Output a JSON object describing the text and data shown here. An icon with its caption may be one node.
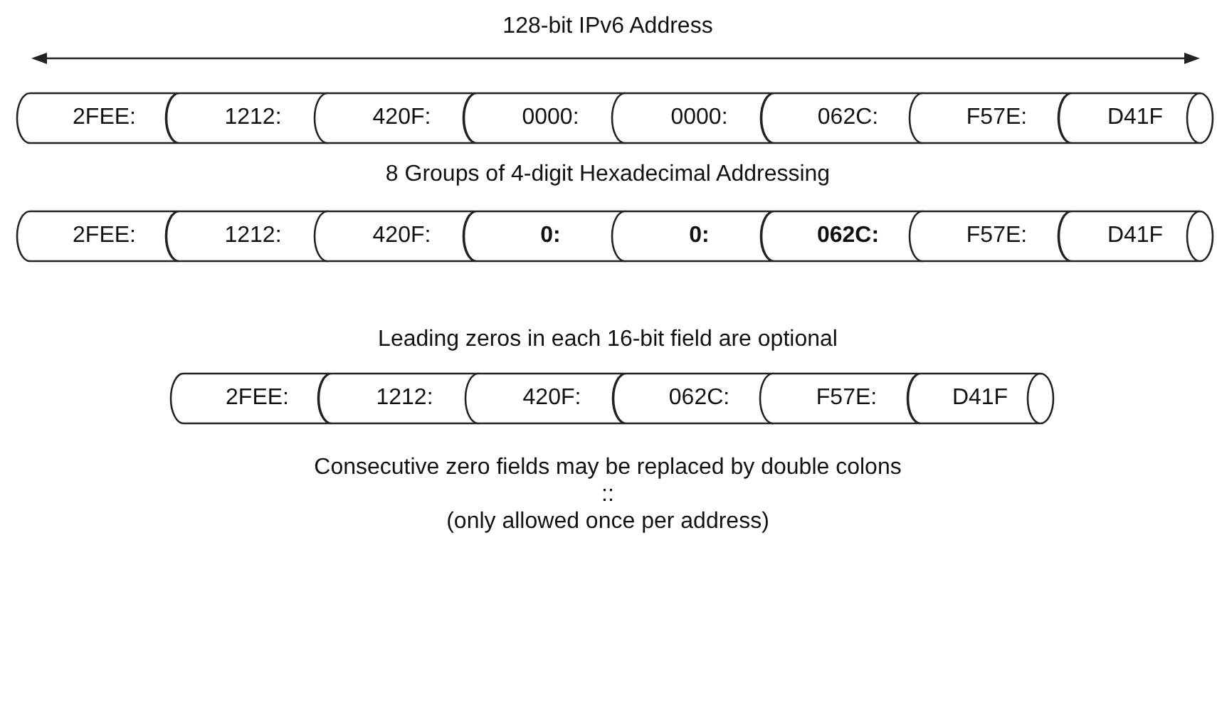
{
  "diagram": {
    "nodes": [
      {
        "text": [
          "2FEE:"
        ]
      },
      {
        "text": [
          "1212:"
        ]
      },
      {
        "text": [
          "420F:"
        ]
      },
      {
        "text": [
          "0000:"
        ]
      },
      {
        "text": [
          "0000:"
        ]
      },
      {
        "text": [
          "062C:"
        ]
      },
      {
        "text": [
          "F57E:"
        ]
      },
      {
        "text": [
          "D41F"
        ]
      },
      {
        "text": [
          "2FEE:"
        ]
      },
      {
        "text": [
          "1212:"
        ]
      },
      {
        "text": [
          "420F:"
        ]
      },
      {
        "text": [
          "**0:**"
        ]
      },
      {
        "text": [
          "**0:**"
        ]
      },
      {
        "text": [
          "**062C:**"
        ]
      },
      {
        "text": [
          "F57E:"
        ]
      },
      {
        "text": [
          "D41F"
        ]
      },
      {
        "text": [
          "2FEE:"
        ]
      },
      {
        "text": [
          "1212:"
        ]
      },
      {
        "text": [
          "420F:"
        ]
      },
      {
        "text": [
          "062C:"
        ]
      },
      {
        "text": [
          "F57E:"
        ]
      },
      {
        "text": [
          "D41F"
        ]
      }
    ],
    "edges": [],
    "labels": [
      "128-bit IPv6 Address",
      "8 Groups of 4-digit Hexadecimal Addressing",
      "Leading zeros in each 16-bit field are optional",
      "Consecutive zero fields may be replaced by double colons",
      "::",
      "(only allowed once per address)"
    ]
  }
}
